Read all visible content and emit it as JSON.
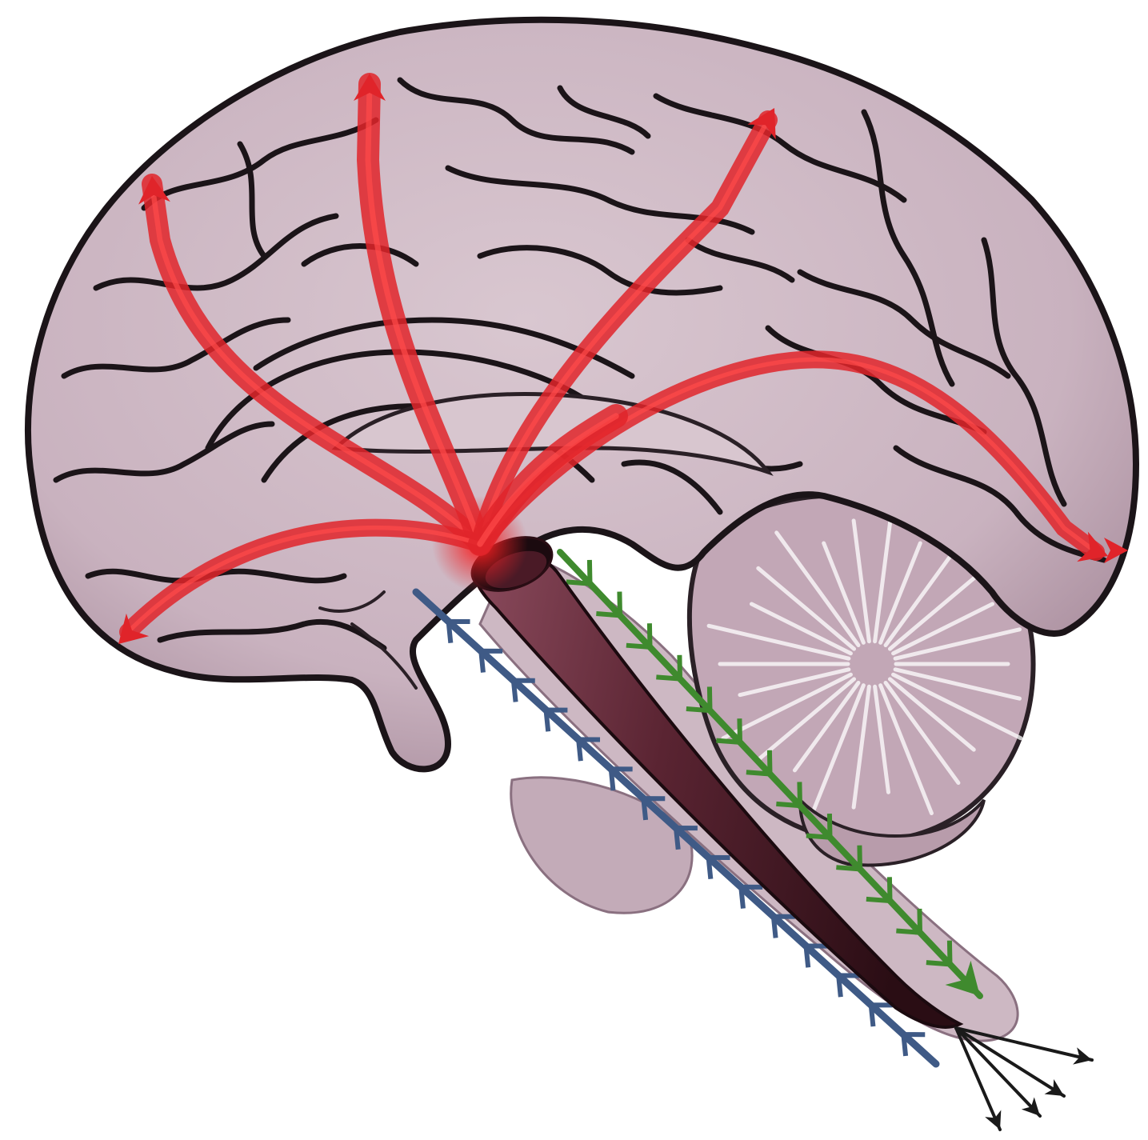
{
  "figure": {
    "subject": "brain-sagittal-section-pathways",
    "colors": {
      "background": "#ffffff",
      "cortex": "#cdb8c3",
      "cortex_shade": "#b59aa9",
      "sulci": "#1b1418",
      "ascending_pathways": "#e0242a",
      "descending_green_pathway": "#3f8a2e",
      "descending_blue_pathway": "#3f5a86",
      "core_tube": "#5a2432",
      "output_arrows": "#1a1a1a",
      "cerebellum": "#c2a7b6"
    },
    "pathway_groups": [
      {
        "id": "red",
        "direction": "ascending",
        "arrow_count": 6
      },
      {
        "id": "green",
        "direction": "descending"
      },
      {
        "id": "blue",
        "direction": "ascending"
      },
      {
        "id": "black",
        "direction": "descending",
        "arrow_count": 4
      }
    ]
  }
}
